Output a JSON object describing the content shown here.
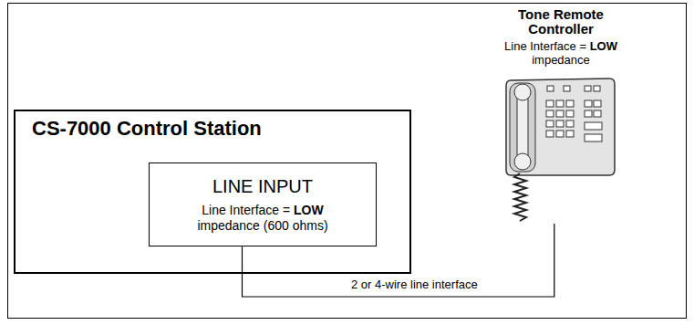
{
  "diagram": {
    "nodes": [
      {
        "text": [
          "CS-7000 Control Station"
        ]
      },
      {
        "text": [
          "LINE INPUT",
          "Line Interface = LOW impedance (600 ohms)"
        ],
        "in": 0
      },
      {
        "text": [
          "Tone Remote Controller",
          "Line Interface = LOW impedance"
        ]
      }
    ],
    "edges": [
      {
        "from": 1,
        "to": 2,
        "arrow": "none",
        "label": "2 or 4-wire line interface"
      }
    ]
  }
}
